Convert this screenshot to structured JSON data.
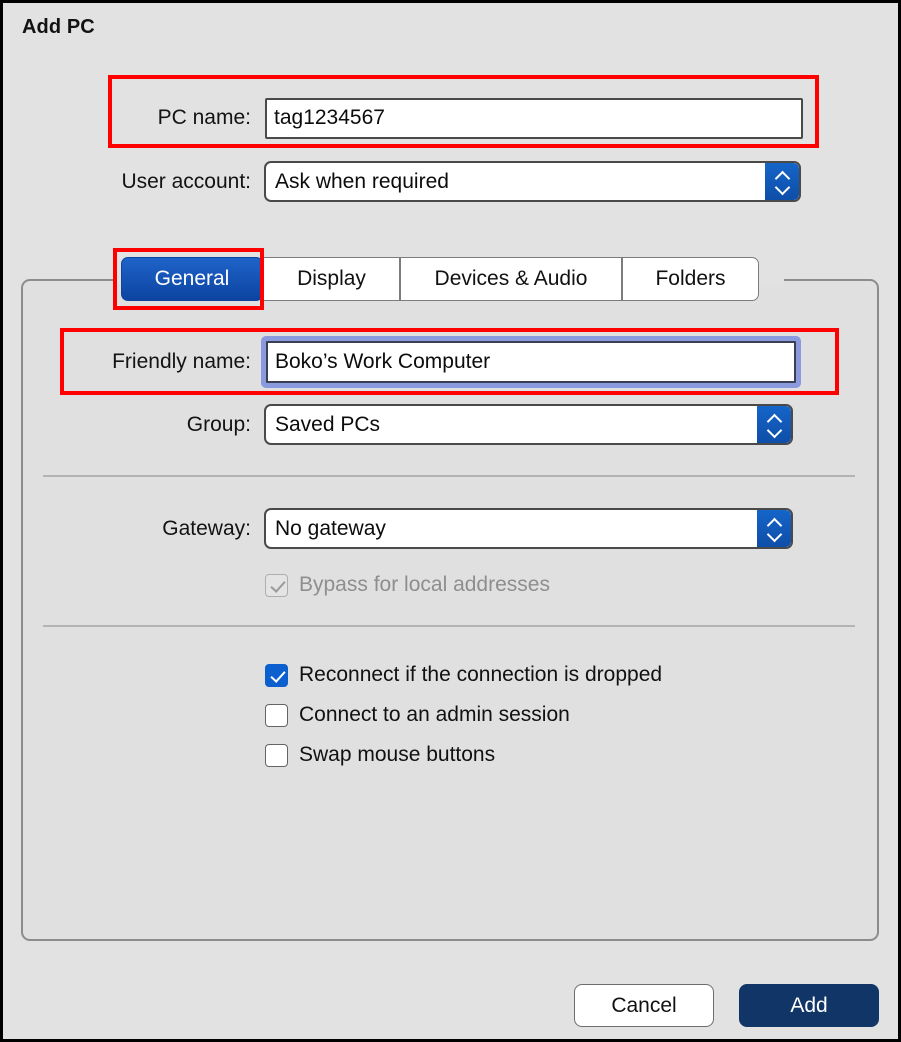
{
  "window": {
    "title": "Add PC"
  },
  "form": {
    "pc_name": {
      "label": "PC name:",
      "value": "tag1234567",
      "placeholder": ""
    },
    "user_account": {
      "label": "User account:",
      "value": "Ask when required"
    }
  },
  "tabs": [
    {
      "label": "General",
      "selected": true
    },
    {
      "label": "Display",
      "selected": false
    },
    {
      "label": "Devices & Audio",
      "selected": false
    },
    {
      "label": "Folders",
      "selected": false
    }
  ],
  "general": {
    "friendly_name": {
      "label": "Friendly name:",
      "value": "Boko’s Work Computer",
      "focused": true
    },
    "group": {
      "label": "Group:",
      "value": "Saved PCs"
    },
    "gateway": {
      "label": "Gateway:",
      "value": "No gateway"
    },
    "bypass": {
      "label": "Bypass for local addresses",
      "checked": true,
      "enabled": false
    },
    "options": [
      {
        "label": "Reconnect if the connection is dropped",
        "checked": true
      },
      {
        "label": "Connect to an admin session",
        "checked": false
      },
      {
        "label": "Swap mouse buttons",
        "checked": false
      }
    ]
  },
  "footer": {
    "cancel_label": "Cancel",
    "add_label": "Add"
  },
  "colors": {
    "accent_blue": "#0b5fce",
    "tab_selected": "#1053b8",
    "primary_button": "#123567",
    "annotation_red": "#ff0000",
    "focus_ring": "#8a9ade",
    "window_background": "#e2e2e2"
  },
  "annotations": [
    {
      "name": "pc-name-highlight"
    },
    {
      "name": "general-tab-highlight"
    },
    {
      "name": "friendly-name-highlight"
    }
  ]
}
